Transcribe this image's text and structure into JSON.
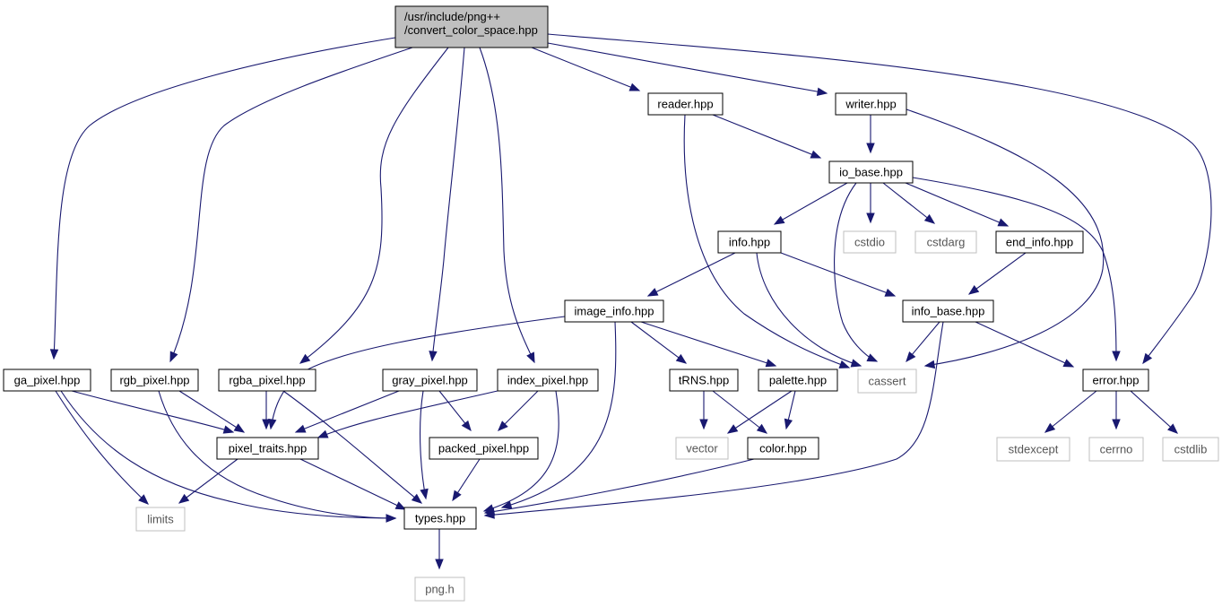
{
  "colors": {
    "edge": "#191970",
    "root_fill": "#bfbfbf",
    "node_border": "#000000",
    "external_border": "#bfbfbf",
    "external_text": "#555555",
    "background": "#ffffff"
  },
  "nodes": [
    {
      "id": "root",
      "lines": [
        "/usr/include/png++",
        "/convert_color_space.hpp"
      ],
      "kind": "root"
    },
    {
      "id": "reader",
      "lines": [
        "reader.hpp"
      ],
      "kind": "file"
    },
    {
      "id": "writer",
      "lines": [
        "writer.hpp"
      ],
      "kind": "file"
    },
    {
      "id": "io_base",
      "lines": [
        "io_base.hpp"
      ],
      "kind": "file"
    },
    {
      "id": "info",
      "lines": [
        "info.hpp"
      ],
      "kind": "file"
    },
    {
      "id": "cstdio",
      "lines": [
        "cstdio"
      ],
      "kind": "external"
    },
    {
      "id": "cstdarg",
      "lines": [
        "cstdarg"
      ],
      "kind": "external"
    },
    {
      "id": "end_info",
      "lines": [
        "end_info.hpp"
      ],
      "kind": "file"
    },
    {
      "id": "image_info",
      "lines": [
        "image_info.hpp"
      ],
      "kind": "file"
    },
    {
      "id": "info_base",
      "lines": [
        "info_base.hpp"
      ],
      "kind": "file"
    },
    {
      "id": "ga_pixel",
      "lines": [
        "ga_pixel.hpp"
      ],
      "kind": "file"
    },
    {
      "id": "rgb_pixel",
      "lines": [
        "rgb_pixel.hpp"
      ],
      "kind": "file"
    },
    {
      "id": "rgba_pixel",
      "lines": [
        "rgba_pixel.hpp"
      ],
      "kind": "file"
    },
    {
      "id": "gray_pixel",
      "lines": [
        "gray_pixel.hpp"
      ],
      "kind": "file"
    },
    {
      "id": "index_pixel",
      "lines": [
        "index_pixel.hpp"
      ],
      "kind": "file"
    },
    {
      "id": "trns",
      "lines": [
        "tRNS.hpp"
      ],
      "kind": "file"
    },
    {
      "id": "palette",
      "lines": [
        "palette.hpp"
      ],
      "kind": "file"
    },
    {
      "id": "cassert",
      "lines": [
        "cassert"
      ],
      "kind": "external"
    },
    {
      "id": "error",
      "lines": [
        "error.hpp"
      ],
      "kind": "file"
    },
    {
      "id": "pixel_traits",
      "lines": [
        "pixel_traits.hpp"
      ],
      "kind": "file"
    },
    {
      "id": "packed_pixel",
      "lines": [
        "packed_pixel.hpp"
      ],
      "kind": "file"
    },
    {
      "id": "vector",
      "lines": [
        "vector"
      ],
      "kind": "external"
    },
    {
      "id": "color",
      "lines": [
        "color.hpp"
      ],
      "kind": "file"
    },
    {
      "id": "stdexcept",
      "lines": [
        "stdexcept"
      ],
      "kind": "external"
    },
    {
      "id": "cerrno",
      "lines": [
        "cerrno"
      ],
      "kind": "external"
    },
    {
      "id": "cstdlib",
      "lines": [
        "cstdlib"
      ],
      "kind": "external"
    },
    {
      "id": "limits",
      "lines": [
        "limits"
      ],
      "kind": "external"
    },
    {
      "id": "types",
      "lines": [
        "types.hpp"
      ],
      "kind": "file"
    },
    {
      "id": "png_h",
      "lines": [
        "png.h"
      ],
      "kind": "external"
    }
  ],
  "edges": [
    {
      "from": "root",
      "to": "reader"
    },
    {
      "from": "root",
      "to": "writer"
    },
    {
      "from": "root",
      "to": "error"
    },
    {
      "from": "root",
      "to": "ga_pixel"
    },
    {
      "from": "root",
      "to": "rgb_pixel"
    },
    {
      "from": "root",
      "to": "rgba_pixel"
    },
    {
      "from": "root",
      "to": "gray_pixel"
    },
    {
      "from": "root",
      "to": "index_pixel"
    },
    {
      "from": "reader",
      "to": "io_base"
    },
    {
      "from": "reader",
      "to": "cassert"
    },
    {
      "from": "writer",
      "to": "io_base"
    },
    {
      "from": "writer",
      "to": "cassert"
    },
    {
      "from": "io_base",
      "to": "info"
    },
    {
      "from": "io_base",
      "to": "cstdio"
    },
    {
      "from": "io_base",
      "to": "cstdarg"
    },
    {
      "from": "io_base",
      "to": "end_info"
    },
    {
      "from": "io_base",
      "to": "cassert"
    },
    {
      "from": "io_base",
      "to": "error"
    },
    {
      "from": "info",
      "to": "image_info"
    },
    {
      "from": "info",
      "to": "info_base"
    },
    {
      "from": "info",
      "to": "cassert"
    },
    {
      "from": "end_info",
      "to": "info_base"
    },
    {
      "from": "info_base",
      "to": "cassert"
    },
    {
      "from": "info_base",
      "to": "error"
    },
    {
      "from": "info_base",
      "to": "types"
    },
    {
      "from": "image_info",
      "to": "pixel_traits"
    },
    {
      "from": "image_info",
      "to": "types"
    },
    {
      "from": "image_info",
      "to": "trns"
    },
    {
      "from": "image_info",
      "to": "palette"
    },
    {
      "from": "trns",
      "to": "vector"
    },
    {
      "from": "trns",
      "to": "color"
    },
    {
      "from": "palette",
      "to": "vector"
    },
    {
      "from": "palette",
      "to": "color"
    },
    {
      "from": "color",
      "to": "types"
    },
    {
      "from": "error",
      "to": "stdexcept"
    },
    {
      "from": "error",
      "to": "cerrno"
    },
    {
      "from": "error",
      "to": "cstdlib"
    },
    {
      "from": "ga_pixel",
      "to": "pixel_traits"
    },
    {
      "from": "ga_pixel",
      "to": "limits"
    },
    {
      "from": "ga_pixel",
      "to": "types"
    },
    {
      "from": "rgb_pixel",
      "to": "pixel_traits"
    },
    {
      "from": "rgb_pixel",
      "to": "types"
    },
    {
      "from": "rgba_pixel",
      "to": "pixel_traits"
    },
    {
      "from": "rgba_pixel",
      "to": "types"
    },
    {
      "from": "gray_pixel",
      "to": "pixel_traits"
    },
    {
      "from": "gray_pixel",
      "to": "packed_pixel"
    },
    {
      "from": "gray_pixel",
      "to": "types"
    },
    {
      "from": "index_pixel",
      "to": "pixel_traits"
    },
    {
      "from": "index_pixel",
      "to": "packed_pixel"
    },
    {
      "from": "index_pixel",
      "to": "types"
    },
    {
      "from": "pixel_traits",
      "to": "limits"
    },
    {
      "from": "pixel_traits",
      "to": "types"
    },
    {
      "from": "packed_pixel",
      "to": "types"
    },
    {
      "from": "types",
      "to": "png_h"
    }
  ]
}
